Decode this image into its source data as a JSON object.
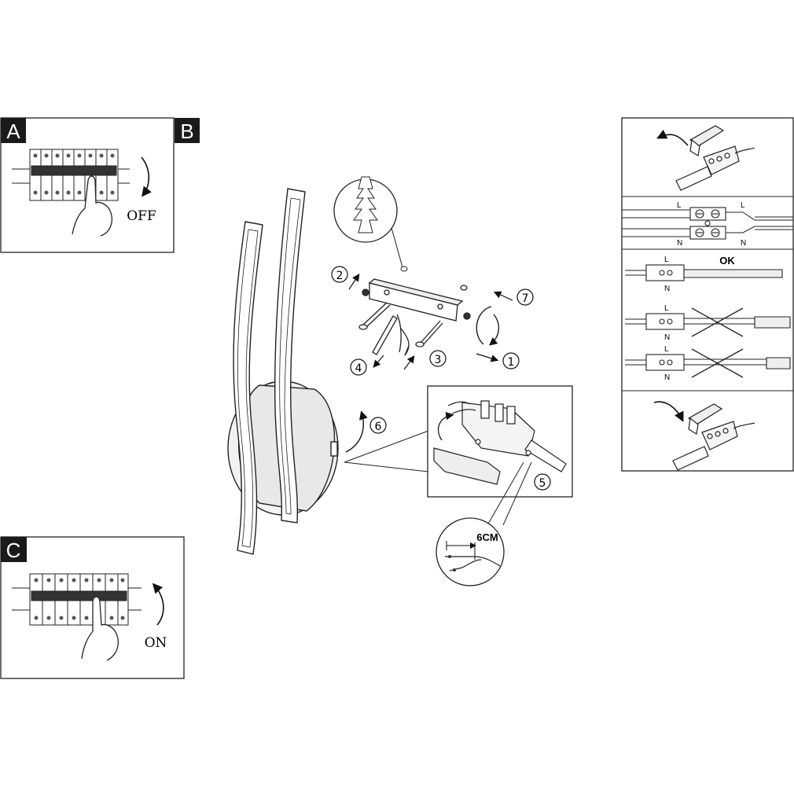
{
  "panels": {
    "a": {
      "letter": "A",
      "action": "OFF"
    },
    "b": {
      "letter": "B"
    },
    "c": {
      "letter": "C",
      "action": "ON"
    }
  },
  "steps": [
    "1",
    "2",
    "3",
    "4",
    "5",
    "6",
    "7"
  ],
  "wire_strip": {
    "length": "6CM"
  },
  "wiring": {
    "live": "L",
    "neutral": "N",
    "ok": "OK"
  }
}
